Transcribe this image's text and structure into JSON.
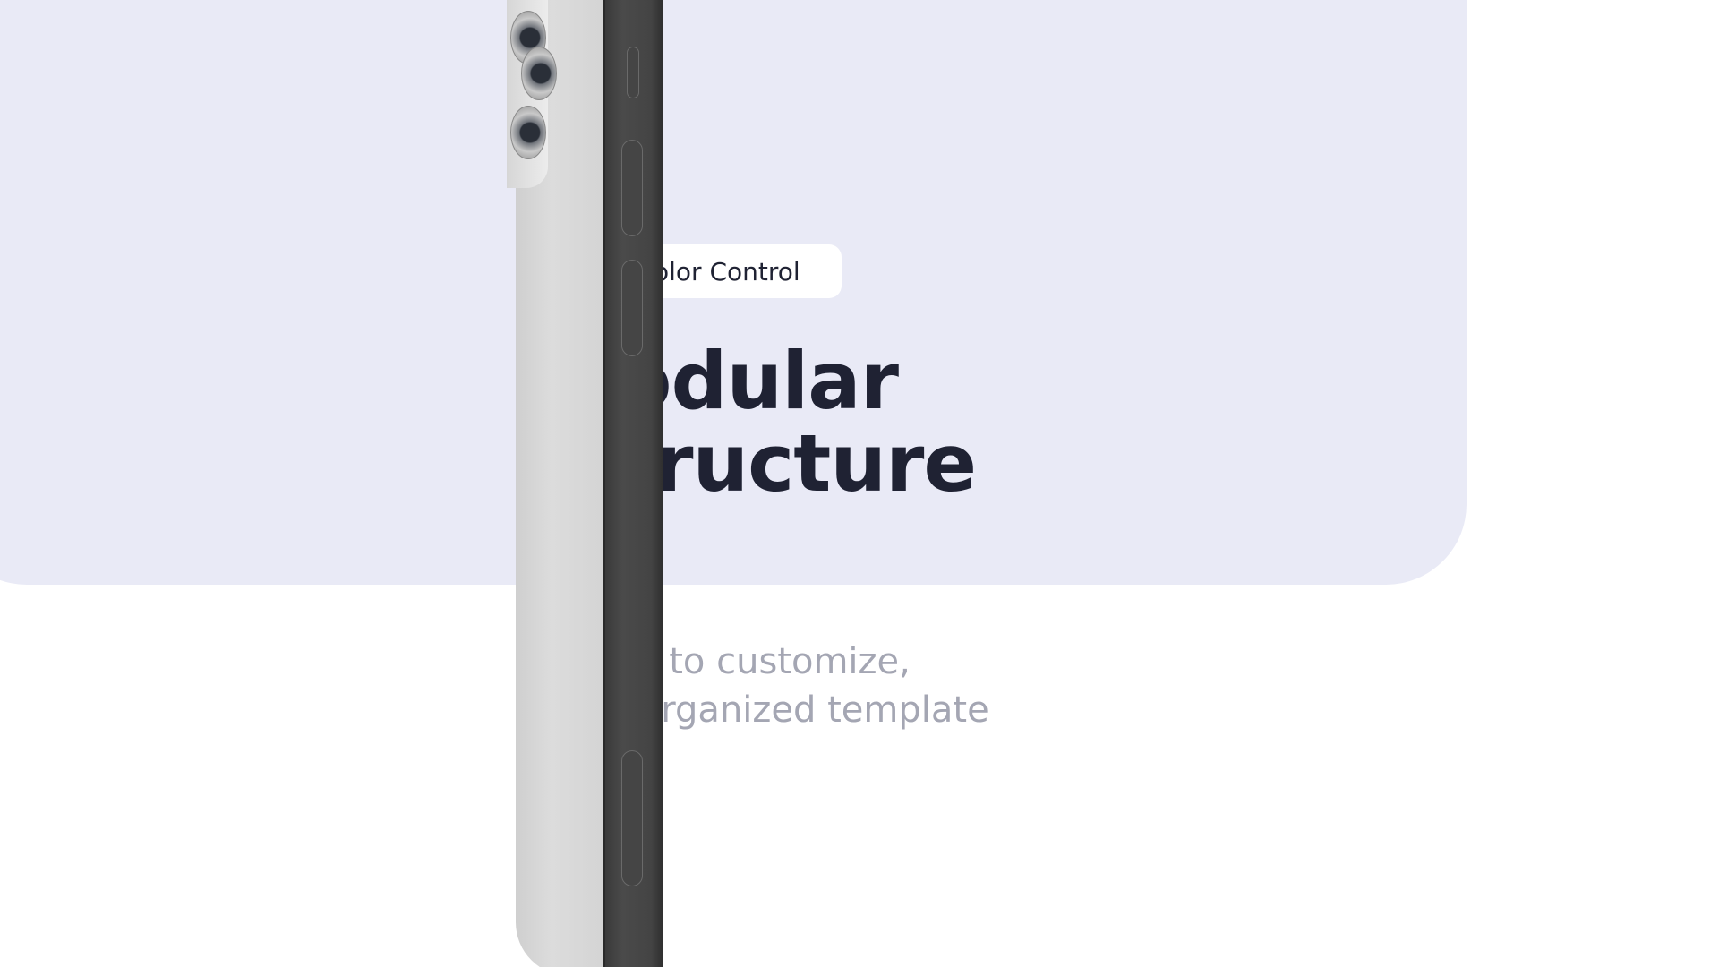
{
  "badge": {
    "label": "olor Control"
  },
  "headline": {
    "line1": "odular",
    "line2": "tructure"
  },
  "subtext": {
    "line1": "sy to customize,",
    "line2": "l organized template"
  },
  "colors": {
    "panel_background": "#e9eaf6",
    "page_background": "#ffffff",
    "headline_text": "#1f2233",
    "subtext_text": "#a4a6b3",
    "phone_frame": "#444444",
    "phone_back": "#d6d6d6"
  }
}
